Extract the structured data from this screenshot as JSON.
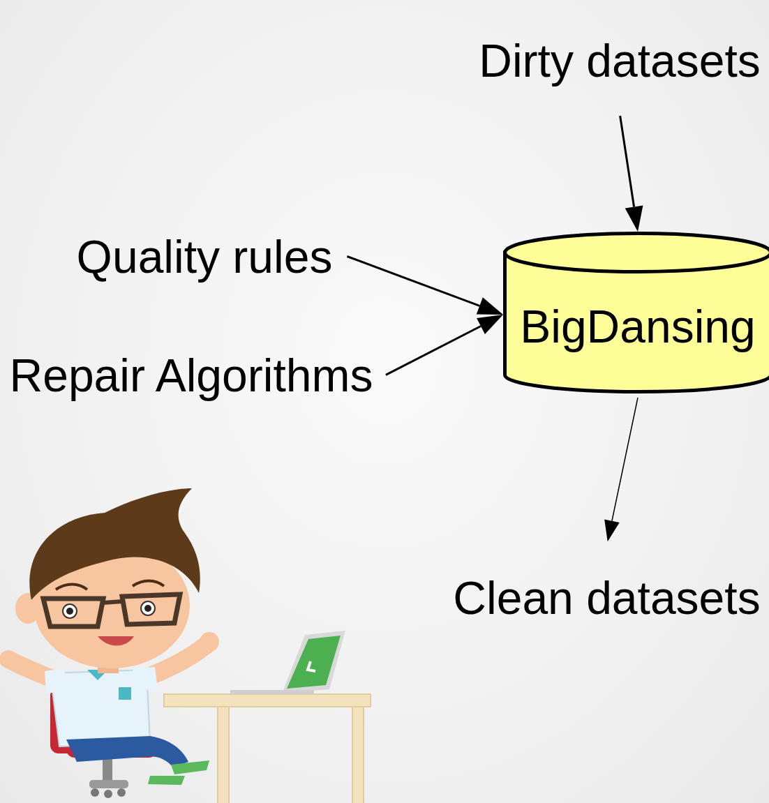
{
  "diagram": {
    "nodes": [
      {
        "text": [
          "Dirty datasets"
        ]
      },
      {
        "text": [
          "Quality rules"
        ]
      },
      {
        "text": [
          "Repair Algorithms"
        ]
      },
      {
        "text": [
          "BigDansing"
        ]
      },
      {
        "text": [
          "Clean datasets"
        ]
      }
    ],
    "edges": [
      {
        "from": 0,
        "to": 3,
        "arrow": "to"
      },
      {
        "from": 1,
        "to": 3,
        "arrow": "to"
      },
      {
        "from": 2,
        "to": 3,
        "arrow": "to"
      },
      {
        "from": 3,
        "to": 4,
        "arrow": "to"
      }
    ]
  }
}
